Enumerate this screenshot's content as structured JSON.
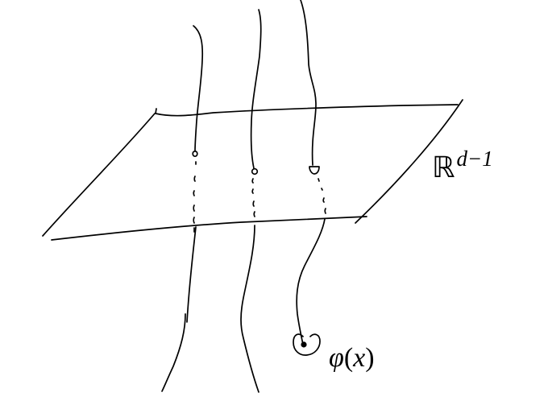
{
  "diagram": {
    "description": "Three worldlines piercing a codimension-one plane; the right-hand line terminates at a local operator insertion.",
    "plane": {
      "label_base": "ℝ",
      "label_exponent": "d−1"
    },
    "operator": {
      "symbol": "φ",
      "open_paren": "(",
      "argument": "x",
      "close_paren": ")"
    },
    "lines": [
      {
        "name": "left-line",
        "crosses_plane": true,
        "endpoint_marker": "small-circle"
      },
      {
        "name": "middle-line",
        "crosses_plane": true,
        "endpoint_marker": "small-circle"
      },
      {
        "name": "right-line",
        "crosses_plane": true,
        "endpoint_marker": "small-semicircle",
        "terminates_at": "operator-point"
      }
    ],
    "colors": {
      "ink": "#000000",
      "background": "#ffffff"
    }
  }
}
